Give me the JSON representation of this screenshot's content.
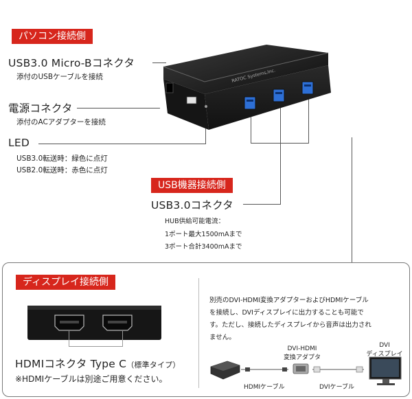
{
  "pc_side": {
    "label": "パソコン接続側",
    "micro_b": {
      "title": "USB3.0 Micro-Bコネクタ",
      "desc": "添付のUSBケーブルを接続"
    },
    "power": {
      "title": "電源コネクタ",
      "desc": "添付のACアダプターを接続"
    },
    "led": {
      "title": "LED",
      "desc1": "USB3.0転送時：緑色に点灯",
      "desc2": "USB2.0転送時：赤色に点灯"
    }
  },
  "usb_device_side": {
    "label": "USB機器接続側",
    "title": "USB3.0コネクタ",
    "desc1": "HUB供給可能電流：",
    "desc2": "1ポート最大1500mAまで",
    "desc3": "3ポート合計3400mAまで"
  },
  "display_side": {
    "label": "ディスプレイ接続側",
    "hdmi_title": "HDMIコネクタ Type C",
    "hdmi_type": "（標準タイプ）",
    "hdmi_note": "※HDMIケーブルは別途ご用意ください。"
  },
  "dvi_note": {
    "line1": "別売のDVI-HDMI変換アダプターおよびHDMIケーブル",
    "line2": "を接続し、DVIディスプレイに出力することも可能で",
    "line3": "す。ただし、接続したディスプレイから音声は出力され",
    "line4": "ません。"
  },
  "diagram": {
    "adapter_label1": "DVI-HDMI",
    "adapter_label2": "変換アダプター",
    "display_label1": "DVI",
    "display_label2": "ディスプレイ",
    "hdmi_cable": "HDMIケーブル",
    "dvi_cable": "DVIケーブル"
  },
  "device": {
    "brand": "RATOC Systems,Inc."
  },
  "colors": {
    "label_red": "#d7261c",
    "usb_blue": "#2d6fd6",
    "device_black": "#1b1b1b"
  }
}
